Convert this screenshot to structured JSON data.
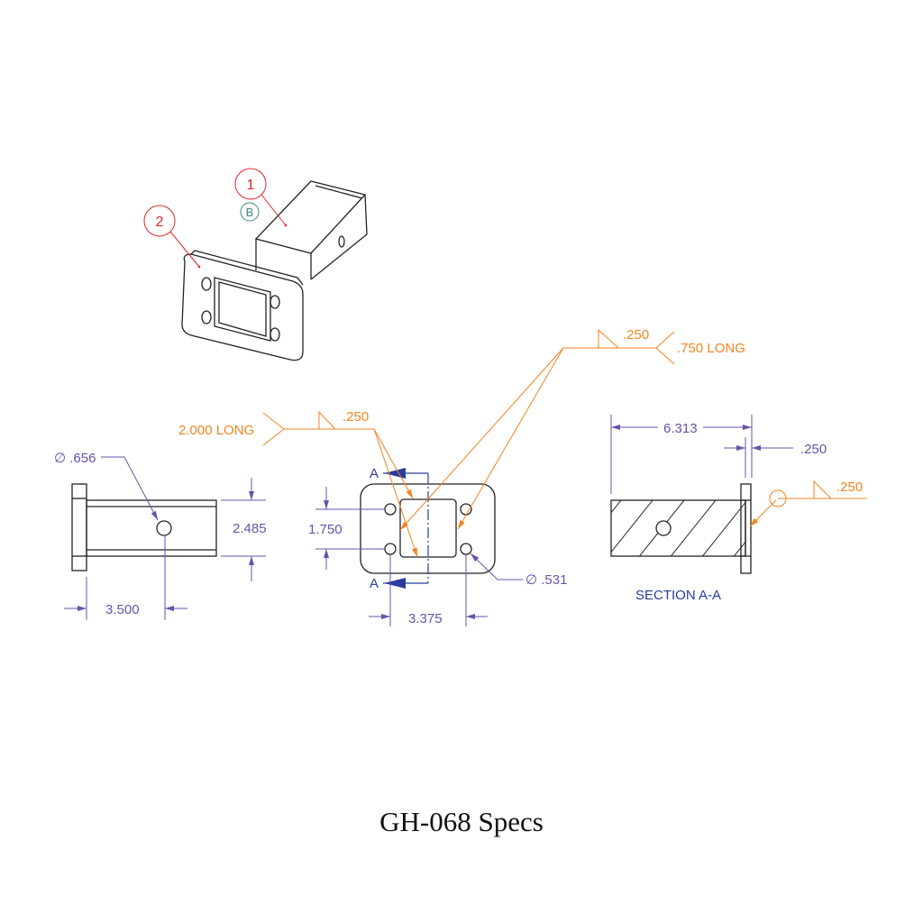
{
  "title": "GH-068 Specs",
  "balloons": {
    "item1": "1",
    "item2": "2",
    "datum": "B"
  },
  "side_view": {
    "hole_diameter": "∅ .656",
    "height": "2.485",
    "hole_offset": "3.500"
  },
  "front_view": {
    "section_label_top": "A",
    "section_label_bottom": "A",
    "hole_spacing_vertical": "1.750",
    "hole_spacing_horizontal": "3.375",
    "hole_diameter": "∅ .531"
  },
  "welds": {
    "left_length": "2.000 LONG",
    "left_size": ".250",
    "right_size": ".250",
    "right_length": ".750 LONG",
    "section_size": ".250"
  },
  "section_view": {
    "length": "6.313",
    "flange_thickness": ".250",
    "label": "SECTION A-A"
  },
  "colors": {
    "dimension": "#6a52a8",
    "weld": "#f5821f",
    "balloon": "#e3242b",
    "section": "#2a3d9b",
    "datum": "#3a8a80"
  }
}
